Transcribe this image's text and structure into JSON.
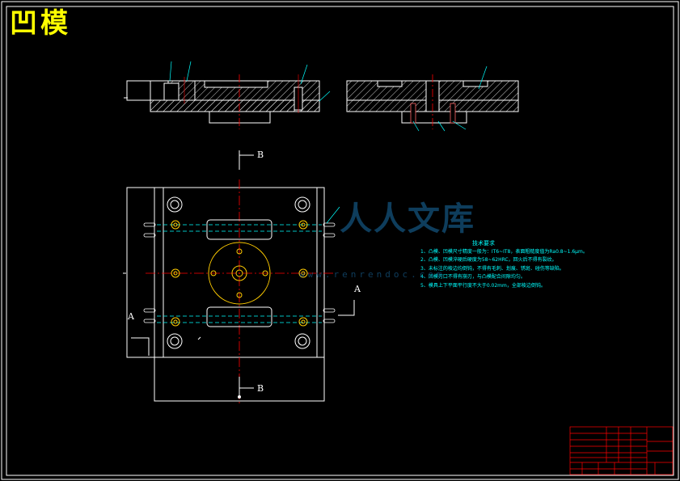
{
  "drawing": {
    "title": "凹模",
    "section_labels": {
      "b_top": "B",
      "b_bottom": "B",
      "a_left": "A",
      "a_right": "A"
    },
    "notes": {
      "heading": "技术要求",
      "items": [
        "1、凸模、凹模尺寸精度一般为：IT6~IT8，表面粗糙度值为Ra0.8~1.6μm。",
        "2、凸模、凹模淬硬后硬度为58~62HRC，回火后不得有裂纹。",
        "3、未标注的棱边均倒钝，不得有毛刺、划痕、锈斑、碰伤等缺陷。",
        "4、凹模刃口不得有崩刃，与凸模配合间隙均匀。",
        "5、模具上下平面平行度不大于0.02mm，全部棱边倒钝。"
      ]
    },
    "watermark": {
      "text": "人人文库",
      "url": "www.renrendoc.com"
    },
    "colors": {
      "background": "#000000",
      "border": "#ffffff",
      "title": "#ffff00",
      "notes": "#00ffff",
      "outline": "#ffffff",
      "centerline": "#ff0000",
      "hidden": "#00ffff",
      "screws": "#ffcc00",
      "title_block": "#ff0000"
    }
  }
}
